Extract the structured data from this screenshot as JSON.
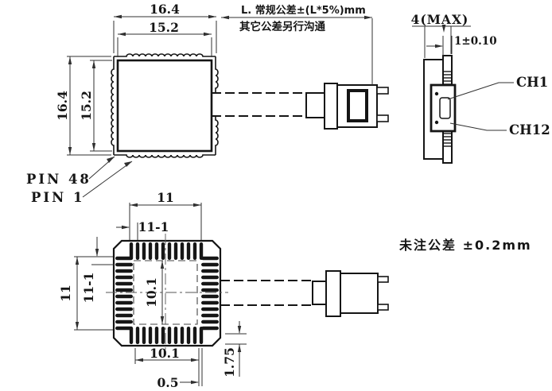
{
  "drawing": {
    "background": "#ffffff",
    "line_color": "#151515",
    "dim_color": "#303030",
    "length_note": {
      "line1": "L. 常规公差±(L*5%)mm",
      "line2": "其它公差另行沟通"
    },
    "general_tolerance_note": "未注公差 ±0.2mm",
    "top_view": {
      "dim_overall_width": "16.4",
      "dim_body_width": "15.2",
      "dim_overall_height": "16.4",
      "dim_body_height": "15.2",
      "label_pin48": "PIN 48",
      "label_pin1": "PIN 1"
    },
    "side_view": {
      "dim_max_thickness": "4(MAX)",
      "dim_lead_width": "1±0.10",
      "label_ch1": "CH1",
      "label_ch12": "CH12"
    },
    "bottom_view": {
      "pins_per_side": 12,
      "dim_pin_row_span_h": "11",
      "dim_pin_pitch_h": "11-1",
      "dim_pin_row_span_v": "11",
      "dim_pin_pitch_v": "11-1",
      "dim_pad_width": "10.1",
      "dim_pad_height": "10.1",
      "dim_pin_width": "0.5",
      "dim_edge_offset": "1.75"
    }
  }
}
